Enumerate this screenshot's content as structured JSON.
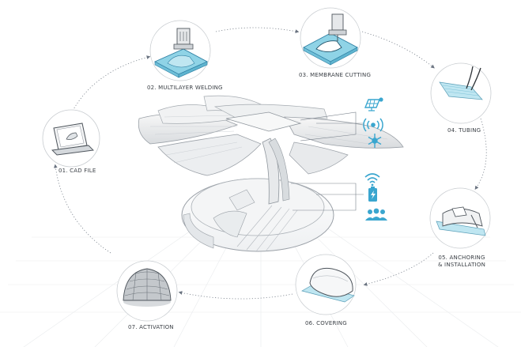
{
  "steps": [
    {
      "label": "01. CAD FILE",
      "icon": "laptop-icon"
    },
    {
      "label": "02. MULTILAYER WELDING",
      "icon": "welding-icon"
    },
    {
      "label": "03. MEMBRANE CUTTING",
      "icon": "cutting-icon"
    },
    {
      "label": "04. TUBING",
      "icon": "tubing-icon"
    },
    {
      "label": "05. ANCHORING",
      "label2": "& INSTALLATION",
      "icon": "anchor-icon"
    },
    {
      "label": "06. COVERING",
      "icon": "covering-icon"
    },
    {
      "label": "07. ACTIVATION",
      "icon": "dome-icon"
    }
  ],
  "feature_icons": [
    "solar-panel-icon",
    "sensor-signal-icon",
    "climate-icon",
    "wifi-icon",
    "battery-charge-icon",
    "people-icon"
  ],
  "colors": {
    "accent": "#3aa6cf",
    "membrane": "#8fd3e6",
    "line": "#8a9099",
    "text": "#3a3f45"
  }
}
